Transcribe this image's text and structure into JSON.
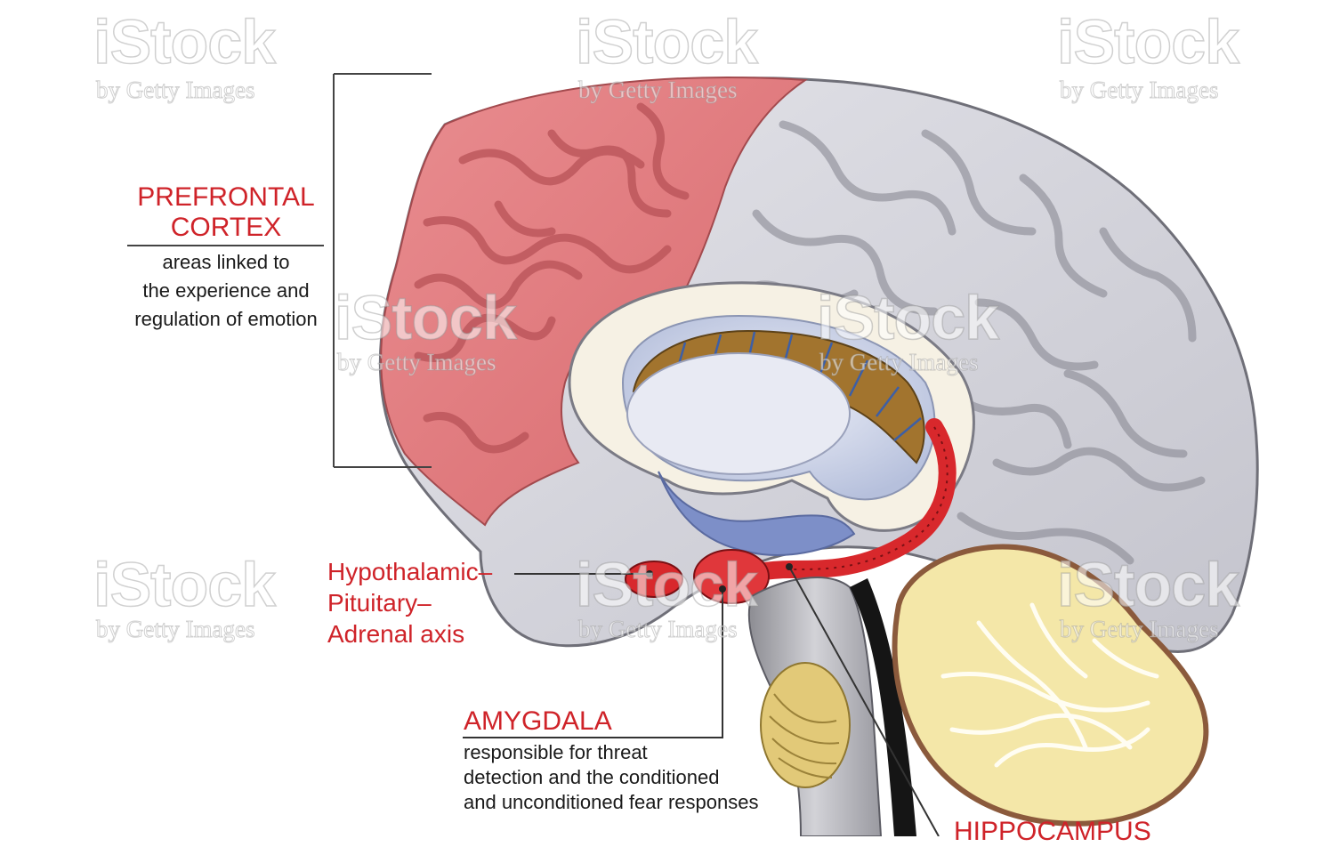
{
  "labels": {
    "prefrontal_cortex": {
      "title": "PREFRONTAL\nCORTEX",
      "description": "areas linked to\nthe experience and\nregulation of emotion"
    },
    "hpa_axis": {
      "title": "Hypothalamic–\nPituitary–\nAdrenal axis"
    },
    "amygdala": {
      "title": "AMYGDALA",
      "description": "responsible for threat\ndetection and the conditioned\nand unconditioned fear responses"
    },
    "hippocampus": {
      "title": "HIPPOCAMPUS"
    }
  },
  "watermark": {
    "brand": "iStock",
    "tagline": "by Getty Images"
  },
  "colors": {
    "label_red": "#cf2329",
    "prefrontal_pink": "#e07a7e",
    "brain_gray": "#d6d6de",
    "limbic_red": "#d8282c",
    "cerebellum_cream": "#f4e7a8"
  }
}
